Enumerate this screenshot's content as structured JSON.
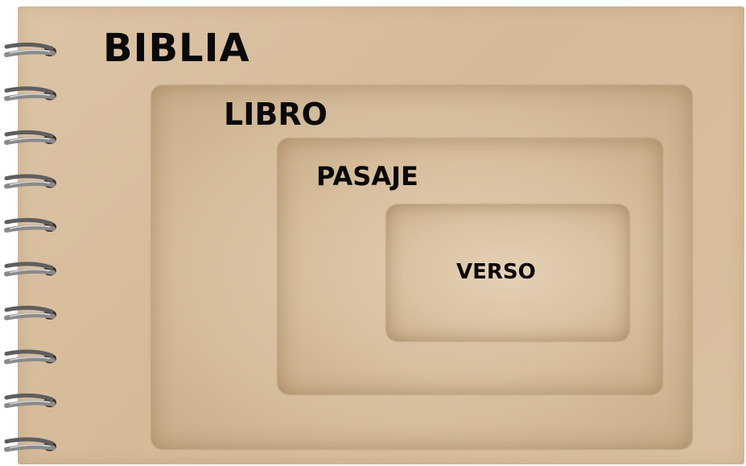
{
  "diagram": {
    "outer_label": "BIBLIA",
    "levels": [
      {
        "label": "LIBRO"
      },
      {
        "label": "PASAJE"
      },
      {
        "label": "VERSO"
      }
    ]
  },
  "colors": {
    "paper": "#d8bf9f",
    "text": "#0a0a0a",
    "spiral_metal": "#8a8a8a"
  }
}
